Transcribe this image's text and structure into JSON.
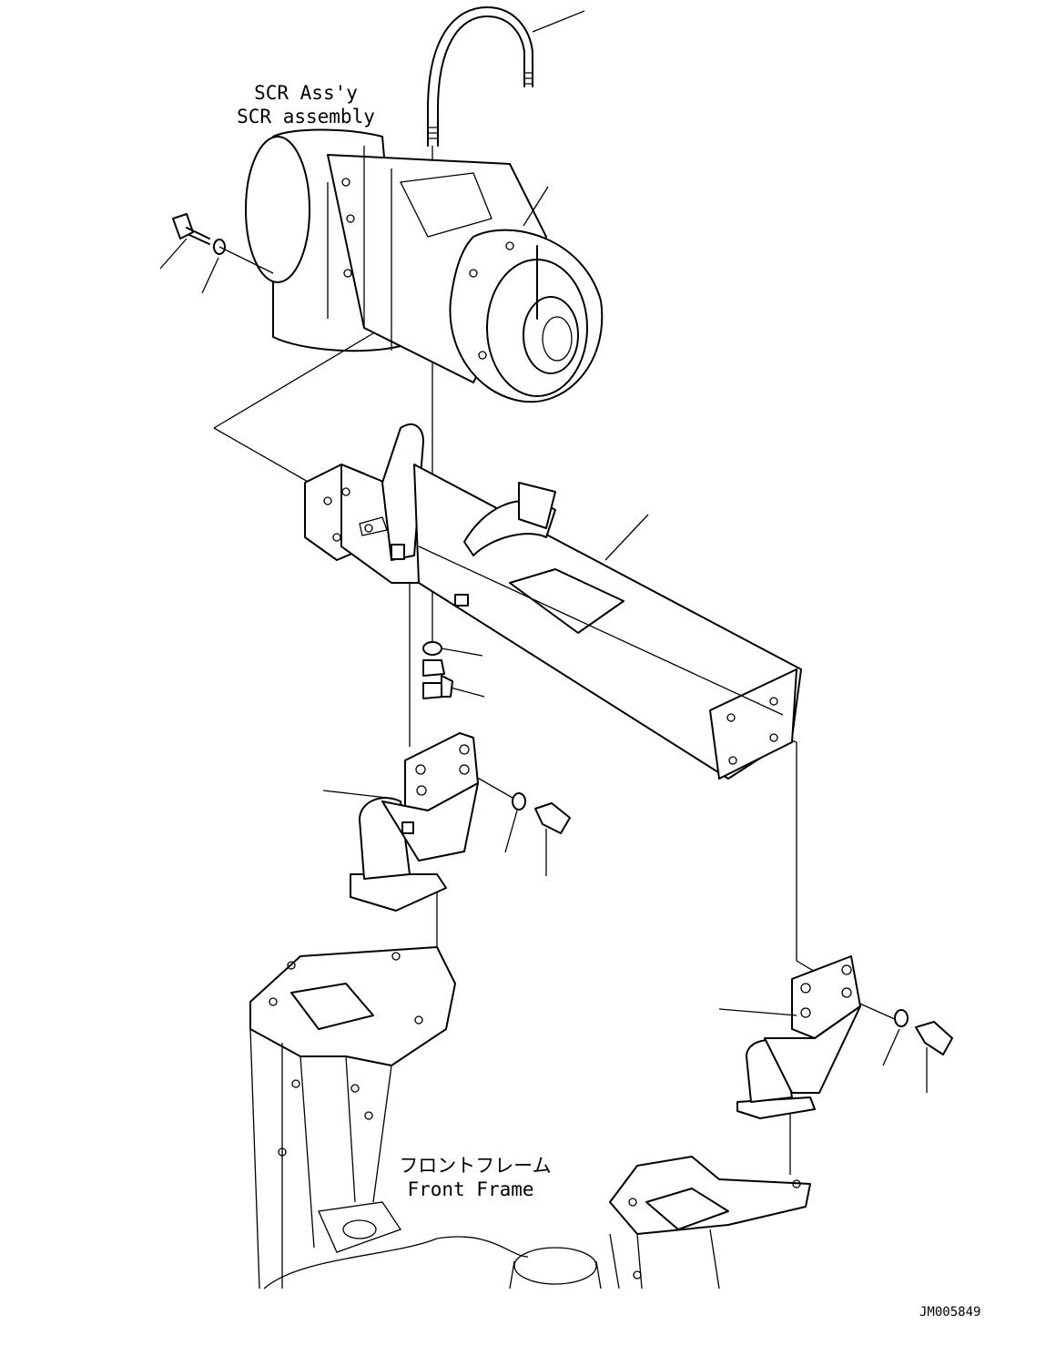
{
  "labels": {
    "scr_jp": "SCR Ass'y",
    "scr_en": "SCR assembly",
    "frame_jp": "フロントフレーム",
    "frame_en": "Front Frame"
  },
  "drawing_code": "JM005849"
}
